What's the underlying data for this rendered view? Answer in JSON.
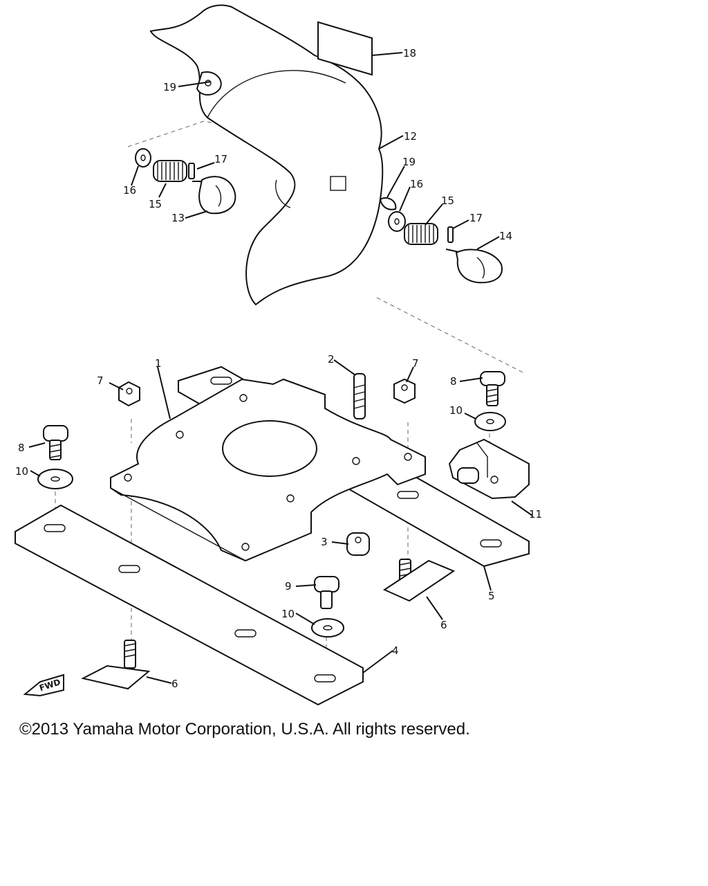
{
  "labels": {
    "p1": "1",
    "p2": "2",
    "p3": "3",
    "p4": "4",
    "p5": "5",
    "p6a": "6",
    "p6b": "6",
    "p7a": "7",
    "p7b": "7",
    "p8a": "8",
    "p8b": "8",
    "p9": "9",
    "p10a": "10",
    "p10b": "10",
    "p10c": "10",
    "p11": "11",
    "p12": "12",
    "p13": "13",
    "p14": "14",
    "p15a": "15",
    "p15b": "15",
    "p16a": "16",
    "p16b": "16",
    "p17a": "17",
    "p17b": "17",
    "p18": "18",
    "p19a": "19",
    "p19b": "19"
  },
  "fwd": "FWD",
  "copyright": "©2013 Yamaha Motor Corporation, U.S.A. All rights reserved.",
  "colors": {
    "ink": "#111111",
    "background": "#ffffff"
  }
}
